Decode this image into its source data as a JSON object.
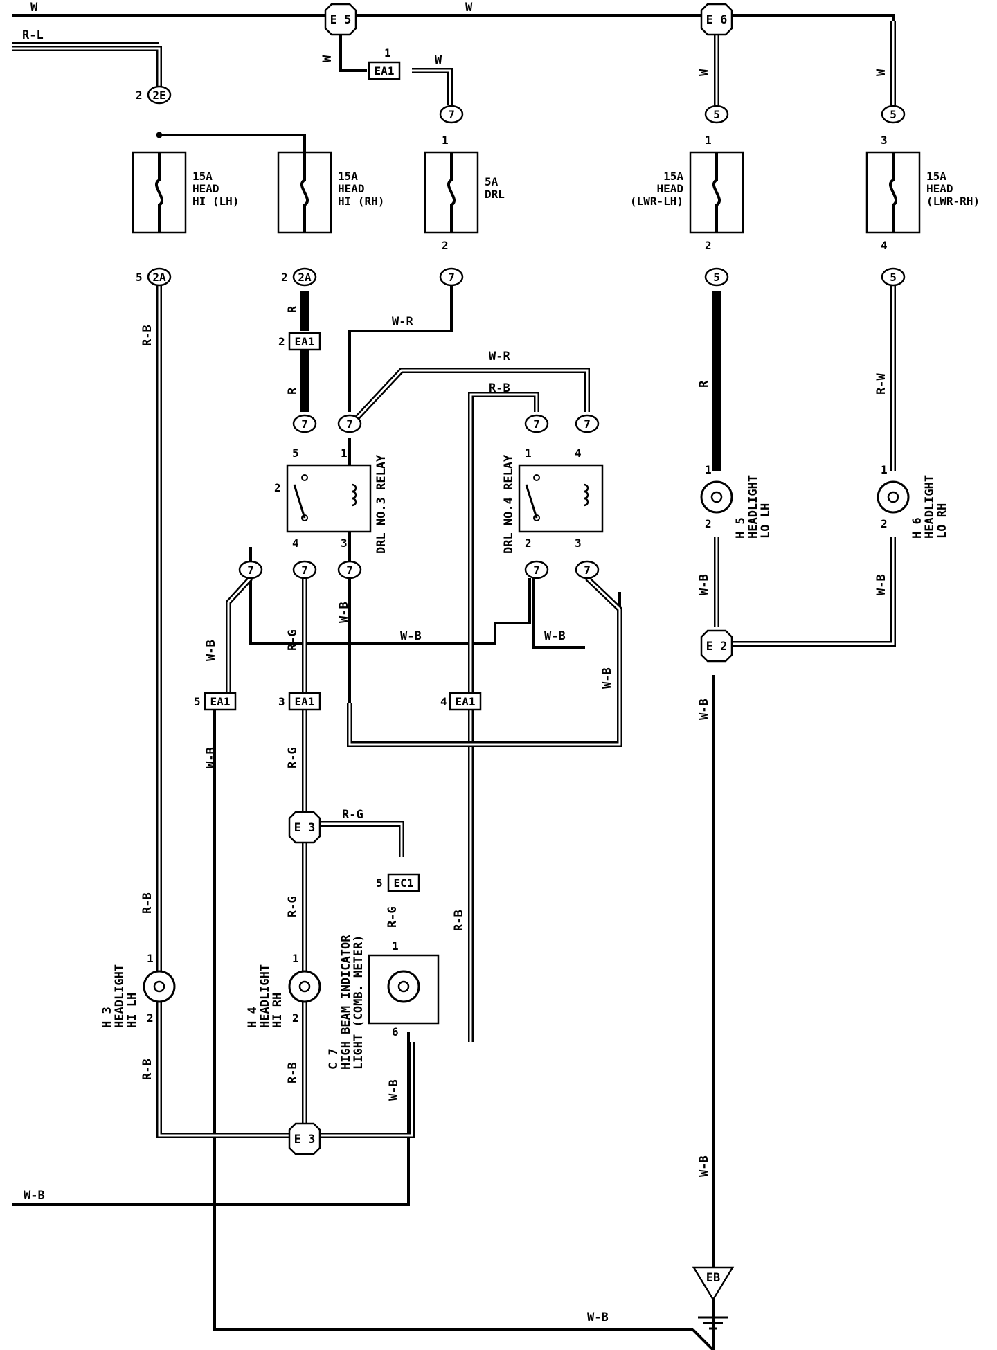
{
  "wire_colors": {
    "top_w": "W",
    "top_w2": "W",
    "rl": "R-L",
    "w_e5": "W",
    "w_ea1": "W",
    "w_e6": "W",
    "w_right": "W",
    "rb_left": "R-B",
    "r_2a": "R",
    "r_ea1": "R",
    "wr_1": "W-R",
    "wr_2": "W-R",
    "rb_relay4": "R-B",
    "r_h5": "R",
    "rw_h6": "R-W",
    "wb_h5": "W-B",
    "wb_h6": "W-B",
    "wb_r3": "W-B",
    "rg_1": "R-G",
    "wb_r3b": "W-B",
    "wb_cross": "W-B",
    "wb_r4": "W-B",
    "wb_r4b": "W-B",
    "wb_e2": "W-B",
    "wb_ea1": "W-B",
    "rg_2": "R-G",
    "rg_e3": "R-G",
    "rg_h4": "R-G",
    "rg_c7": "R-G",
    "rb_h3": "R-B",
    "rb_ea1_4": "R-B",
    "rb_h3b": "R-B",
    "rb_h4b": "R-B",
    "wb_c7": "W-B",
    "wb_bottom": "W-B",
    "wb_ground": "W-B",
    "wb_eb": "W-B"
  },
  "connectors": {
    "e5": "E 5",
    "e6": "E 6",
    "e2": "E 2",
    "e3_top": "E 3",
    "e3_bot": "E 3",
    "eb": "EB",
    "ea1_top": "EA1",
    "ea1_2": "EA1",
    "ea1_5": "EA1",
    "ea1_3": "EA1",
    "ea1_4": "EA1",
    "ec1": "EC1",
    "c2e": "2E",
    "c2a_1": "2A",
    "c2a_2": "2A",
    "c7_a": "7",
    "c7_b": "7",
    "c7_c": "7",
    "c7_d": "7",
    "c7_e": "7",
    "c7_f": "7",
    "c7_g": "7",
    "c7_h": "7",
    "c7_i": "7",
    "c7_j": "7",
    "c7_k": "7",
    "c5_a": "5",
    "c5_b": "5",
    "c5_c": "5",
    "c5_d": "5"
  },
  "pins": {
    "p_ea1_1": "1",
    "p_2e": "2",
    "p_7a": "1",
    "p_5a": "1",
    "p_5b": "3",
    "p_2a_1": "5",
    "p_2a_2": "2",
    "p_7b": "2",
    "p_5c": "2",
    "p_5d": "4",
    "p_ea1_2": "2",
    "p_r3_5": "5",
    "p_r3_1": "1",
    "p_r3_2": "2",
    "p_r3_4": "4",
    "p_r3_3": "3",
    "p_r4_1": "1",
    "p_r4_4": "4",
    "p_r4_2": "2",
    "p_r4_3": "3",
    "p_h5_1": "1",
    "p_h5_2": "2",
    "p_h6_1": "1",
    "p_h6_2": "2",
    "p_ea1_5": "5",
    "p_ea1_3": "3",
    "p_ea1_4": "4",
    "p_ec1": "5",
    "p_h3_1": "1",
    "p_h3_2": "2",
    "p_h4_1": "1",
    "p_h4_2": "2",
    "p_c7_1": "1",
    "p_c7_6": "6"
  },
  "fuses": [
    {
      "amps": "15A",
      "line1": "HEAD",
      "line2": "HI (LH)"
    },
    {
      "amps": "15A",
      "line1": "HEAD",
      "line2": "HI (RH)"
    },
    {
      "amps": "5A",
      "line1": "DRL",
      "line2": ""
    },
    {
      "amps": "15A",
      "line1": "HEAD",
      "line2": "(LWR-LH)"
    },
    {
      "amps": "15A",
      "line1": "HEAD",
      "line2": "(LWR-RH)"
    }
  ],
  "relays": {
    "drl3": "DRL NO.3 RELAY",
    "drl4": "DRL NO.4 RELAY"
  },
  "components": {
    "h3": {
      "id": "H 3",
      "line1": "HEADLIGHT",
      "line2": "HI LH"
    },
    "h4": {
      "id": "H 4",
      "line1": "HEADLIGHT",
      "line2": "HI RH"
    },
    "h5": {
      "id": "H 5",
      "line1": "HEADLIGHT",
      "line2": "LO LH"
    },
    "h6": {
      "id": "H 6",
      "line1": "HEADLIGHT",
      "line2": "LO RH"
    },
    "c7": {
      "id": "C 7",
      "line1": "HIGH BEAM INDICATOR",
      "line2": "LIGHT (COMB. METER)"
    }
  }
}
